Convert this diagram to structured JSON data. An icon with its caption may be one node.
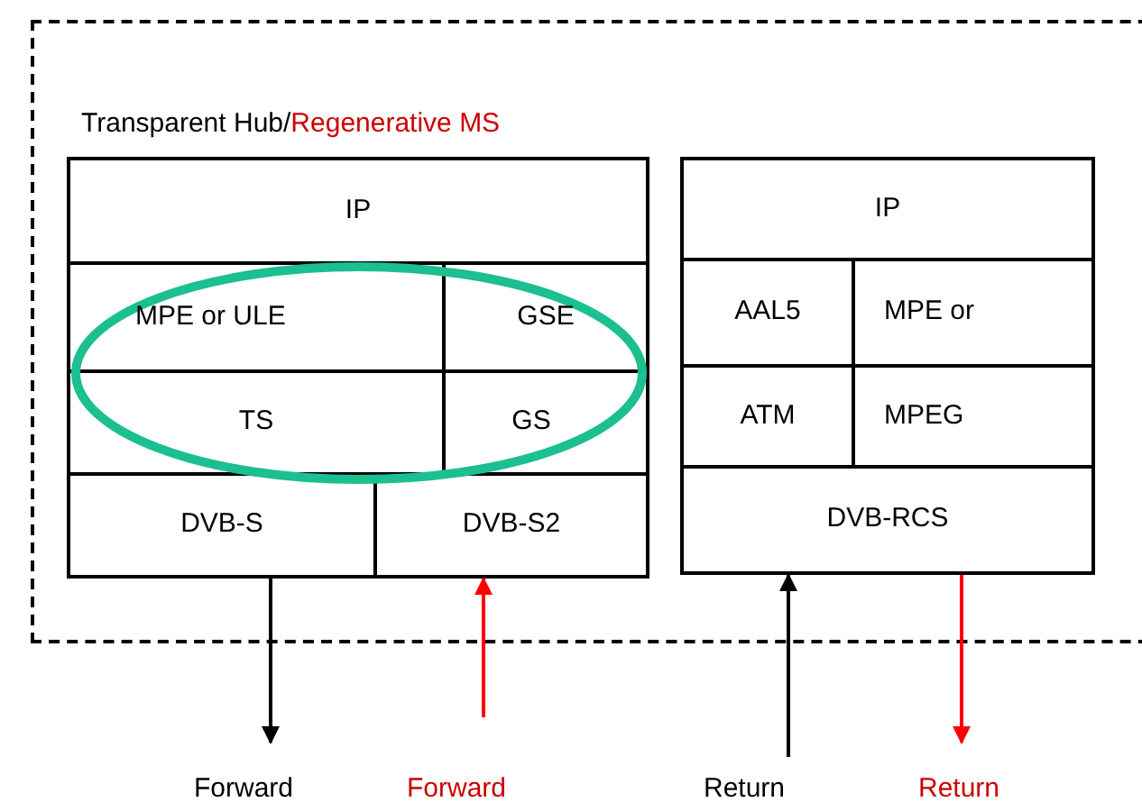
{
  "diagram": {
    "nodes": [
      {
        "text": [],
        "shape": "box"
      },
      {
        "text": [
          "IP"
        ],
        "in": 0
      },
      {
        "text": [
          "MPE or ULE"
        ],
        "in": 0
      },
      {
        "text": [
          "GSE"
        ],
        "in": 0
      },
      {
        "text": [
          "TS"
        ],
        "in": 0
      },
      {
        "text": [
          "GS"
        ],
        "in": 0
      },
      {
        "text": [
          "DVB-S"
        ],
        "in": 0
      },
      {
        "text": [
          "DVB-S2"
        ],
        "in": 0
      },
      {
        "text": [],
        "shape": "box"
      },
      {
        "text": [
          "IP"
        ],
        "in": 8
      },
      {
        "text": [
          "AAL5"
        ],
        "in": 8
      },
      {
        "text": [
          "MPE or"
        ],
        "in": 8
      },
      {
        "text": [
          "ATM"
        ],
        "in": 8
      },
      {
        "text": [
          "MPEG"
        ],
        "in": 8
      },
      {
        "text": [
          "DVB-RCS"
        ],
        "in": 8
      },
      {
        "text": [
          "Forward"
        ]
      },
      {
        "text": [
          "Forward"
        ]
      },
      {
        "text": [
          "Return"
        ]
      },
      {
        "text": [
          "Return"
        ]
      }
    ],
    "edges": [
      {
        "from": 6,
        "to": 15,
        "arrow": "to"
      },
      {
        "from": 16,
        "to": 7,
        "arrow": "to",
        "color": "#ff0000"
      },
      {
        "from": 17,
        "to": 14,
        "arrow": "to"
      },
      {
        "from": 14,
        "to": 18,
        "arrow": "to",
        "color": "#ff0000"
      }
    ],
    "labels": [
      "Transparent Hub/",
      "Regenerative MS"
    ]
  }
}
